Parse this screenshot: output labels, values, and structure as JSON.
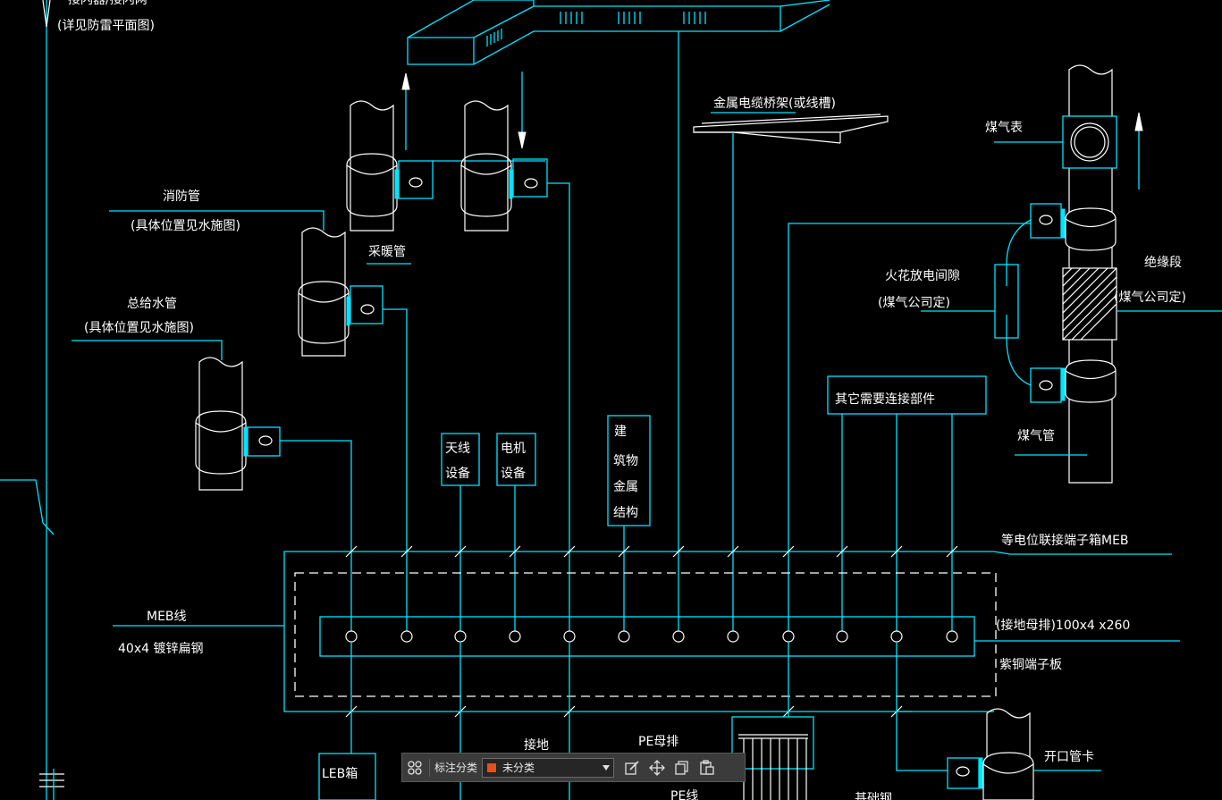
{
  "colors": {
    "background": "#000000",
    "line": "#00e5ff",
    "text": "#ffffff",
    "toolbar_bg": "#3b3b3b"
  },
  "labels": {
    "top_left_1": "接闪器/接闪网",
    "top_left_2": "(详见防雷平面图)",
    "fire_pipe_1": "消防管",
    "fire_pipe_2": "(具体位置见水施图)",
    "heating_pipe": "采暖管",
    "water_main_1": "总给水管",
    "water_main_2": "(具体位置见水施图)",
    "cable_tray": "金属电缆桥架(或线槽)",
    "gas_meter": "煤气表",
    "spark_gap_1": "火花放电间隙",
    "spark_gap_2": "(煤气公司定)",
    "insulation_1": "绝缘段",
    "insulation_2": "(煤气公司定)",
    "gas_pipe": "煤气管",
    "other_parts": "其它需要连接部件",
    "antenna_1": "天线",
    "antenna_2": "设备",
    "motor_1": "电机",
    "motor_2": "设备",
    "building_1": "建",
    "building_2": "筑物",
    "building_3": "金属",
    "building_4": "结构",
    "meb_terminal": "等电位联接端子箱MEB",
    "busbar": "(接地母排)100x4 x260",
    "copper_terminal": "紫铜端子板",
    "meb_line_1": "MEB线",
    "meb_line_2": "40x4 镀锌扁钢",
    "leb_box": "LEB箱",
    "ground_label": "接地",
    "pe_busbar": "PE母排",
    "pe_line": "PE线",
    "open_clamp": "开口管卡",
    "bottom_right_partial": "基础钢"
  },
  "toolbar": {
    "label": "标注分类",
    "selected": "未分类",
    "selected_color": "#e8501a"
  }
}
